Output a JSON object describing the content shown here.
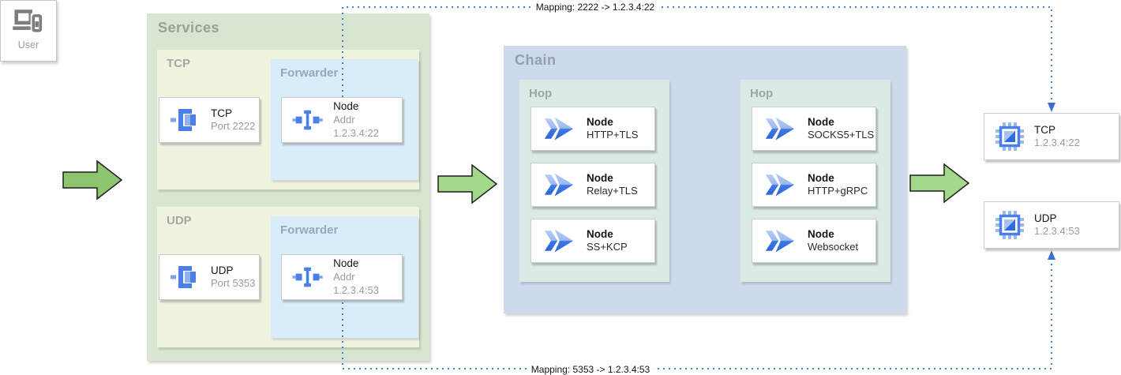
{
  "user": {
    "label": "User"
  },
  "mappings": {
    "top": "Mapping: 2222 -> 1.2.3.4:22",
    "bottom": "Mapping: 5353 -> 1.2.3.4:53"
  },
  "services": {
    "title": "Services",
    "tcp": {
      "label": "TCP",
      "service": {
        "title": "TCP",
        "subtitle": "Port 2222",
        "icon": "port-icon"
      },
      "forwarder": {
        "label": "Forwarder",
        "node": {
          "title": "Node",
          "subtitle": "Addr 1.2.3.4:22",
          "icon": "coupler-icon"
        }
      }
    },
    "udp": {
      "label": "UDP",
      "service": {
        "title": "UDP",
        "subtitle": "Port 5353",
        "icon": "port-icon"
      },
      "forwarder": {
        "label": "Forwarder",
        "node": {
          "title": "Node",
          "subtitle": "Addr 1.2.3.4:53",
          "icon": "coupler-icon"
        }
      }
    }
  },
  "chain": {
    "title": "Chain",
    "hops": [
      {
        "label": "Hop",
        "nodes": [
          {
            "title": "Node",
            "subtitle": "HTTP+TLS",
            "icon": "fast-forward-icon"
          },
          {
            "title": "Node",
            "subtitle": "Relay+TLS",
            "icon": "fast-forward-icon"
          },
          {
            "title": "Node",
            "subtitle": "SS+KCP",
            "icon": "fast-forward-icon"
          }
        ]
      },
      {
        "label": "Hop",
        "nodes": [
          {
            "title": "Node",
            "subtitle": "SOCKS5+TLS",
            "icon": "fast-forward-icon"
          },
          {
            "title": "Node",
            "subtitle": "HTTP+gRPC",
            "icon": "fast-forward-icon"
          },
          {
            "title": "Node",
            "subtitle": "Websocket",
            "icon": "fast-forward-icon"
          }
        ]
      }
    ]
  },
  "targets": [
    {
      "title": "TCP",
      "subtitle": "1.2.3.4:22",
      "icon": "chip-icon"
    },
    {
      "title": "UDP",
      "subtitle": "1.2.3.4:53",
      "icon": "chip-icon"
    }
  ],
  "colors": {
    "services_bg": "#d8e5d0",
    "service_section_bg": "#eef4e0",
    "forwarder_bg": "#d9ecf9",
    "chain_bg": "#cddaec",
    "hop_bg": "#dbeae4",
    "arrow_green_dark": "#8cc470",
    "arrow_green_light": "#a3d78a",
    "icon_blue": "#4a80e8",
    "dotted_line_blue": "#4a7bd0"
  }
}
